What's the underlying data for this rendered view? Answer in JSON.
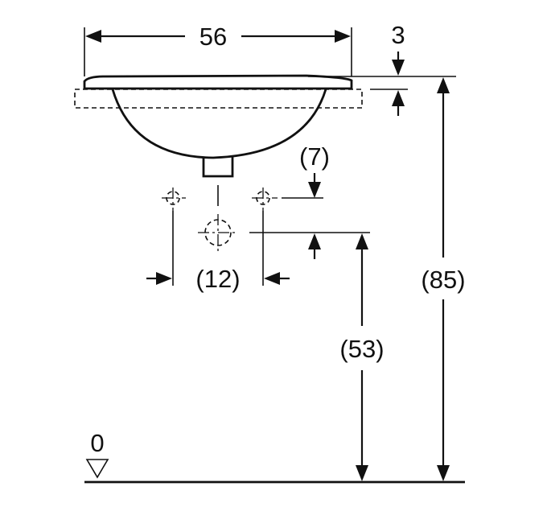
{
  "dimensions": {
    "width": "56",
    "rim_thickness": "3",
    "tap_offset": "(7)",
    "tap_spacing": "(12)",
    "tap_height": "(53)",
    "total_height": "(85)"
  },
  "floor_level": "0"
}
